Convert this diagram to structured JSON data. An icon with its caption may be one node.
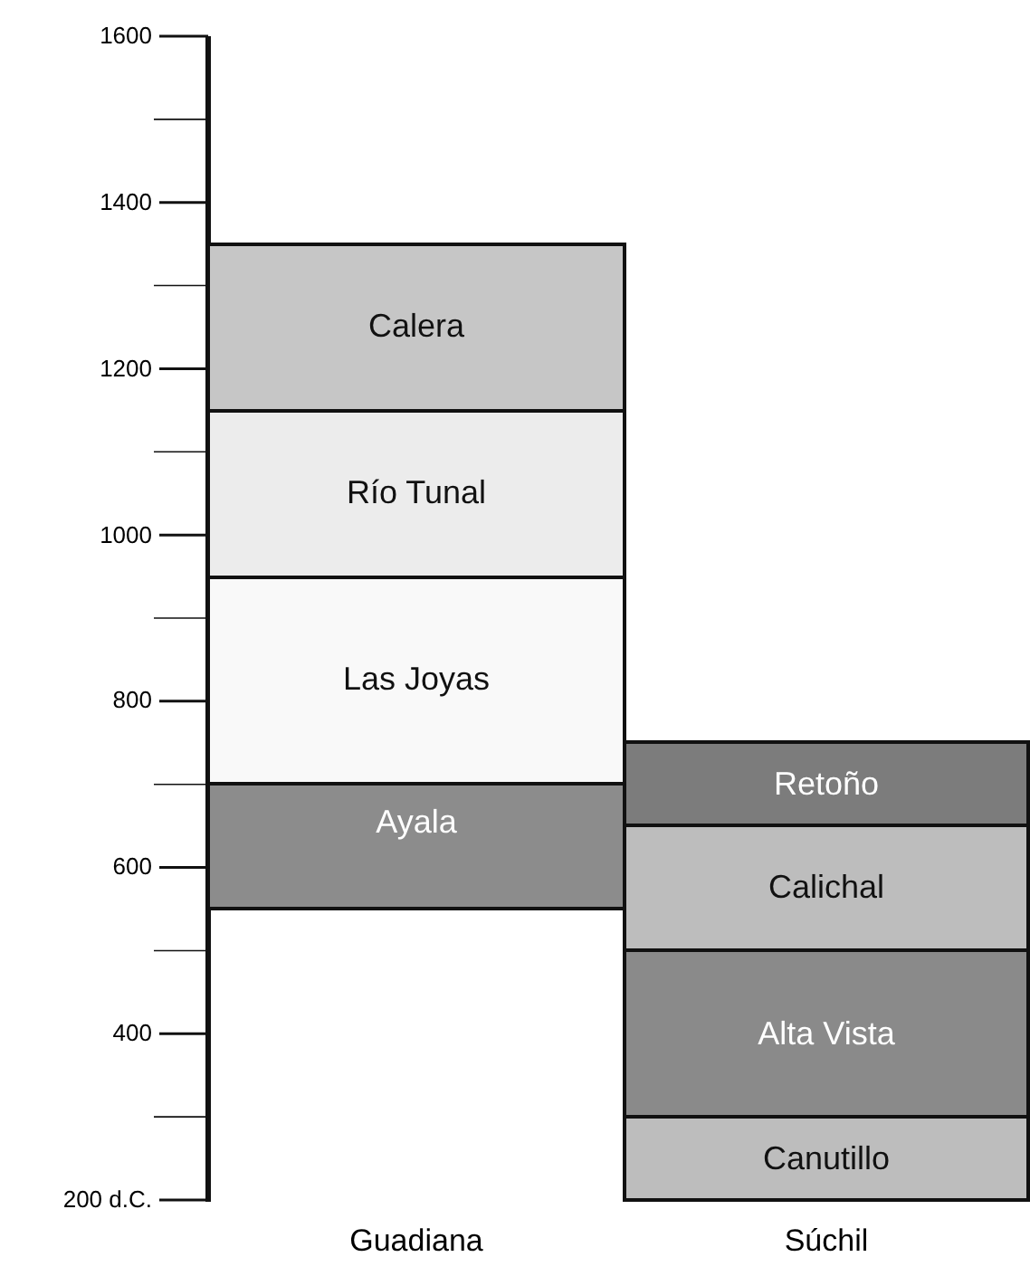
{
  "diagram": {
    "nodes": [
      {
        "text": [
          "Calera"
        ]
      },
      {
        "text": [
          "Río Tunal"
        ]
      },
      {
        "text": [
          "Las Joyas"
        ]
      },
      {
        "text": [
          "Ayala"
        ]
      },
      {
        "text": [
          "Retoño"
        ]
      },
      {
        "text": [
          "Calichal"
        ]
      },
      {
        "text": [
          "Alta Vista"
        ]
      },
      {
        "text": [
          "Canutillo"
        ]
      }
    ],
    "labels": [
      "1600",
      "1400",
      "1200",
      "1000",
      "800",
      "600",
      "400",
      "200 d.C.",
      "Guadiana",
      "Súchil"
    ]
  }
}
